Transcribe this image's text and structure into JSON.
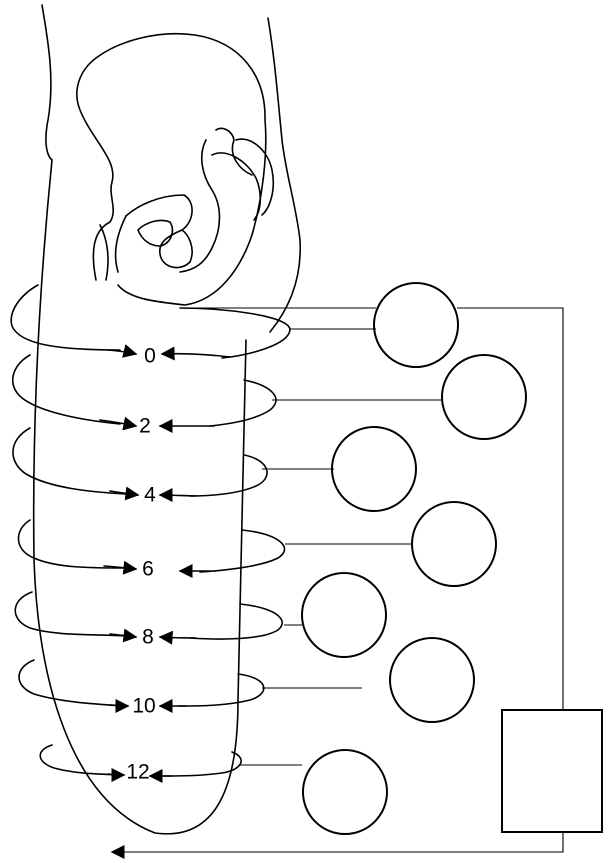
{
  "diagram": {
    "level_labels": [
      "0",
      "2",
      "4",
      "6",
      "8",
      "10",
      "12"
    ]
  }
}
